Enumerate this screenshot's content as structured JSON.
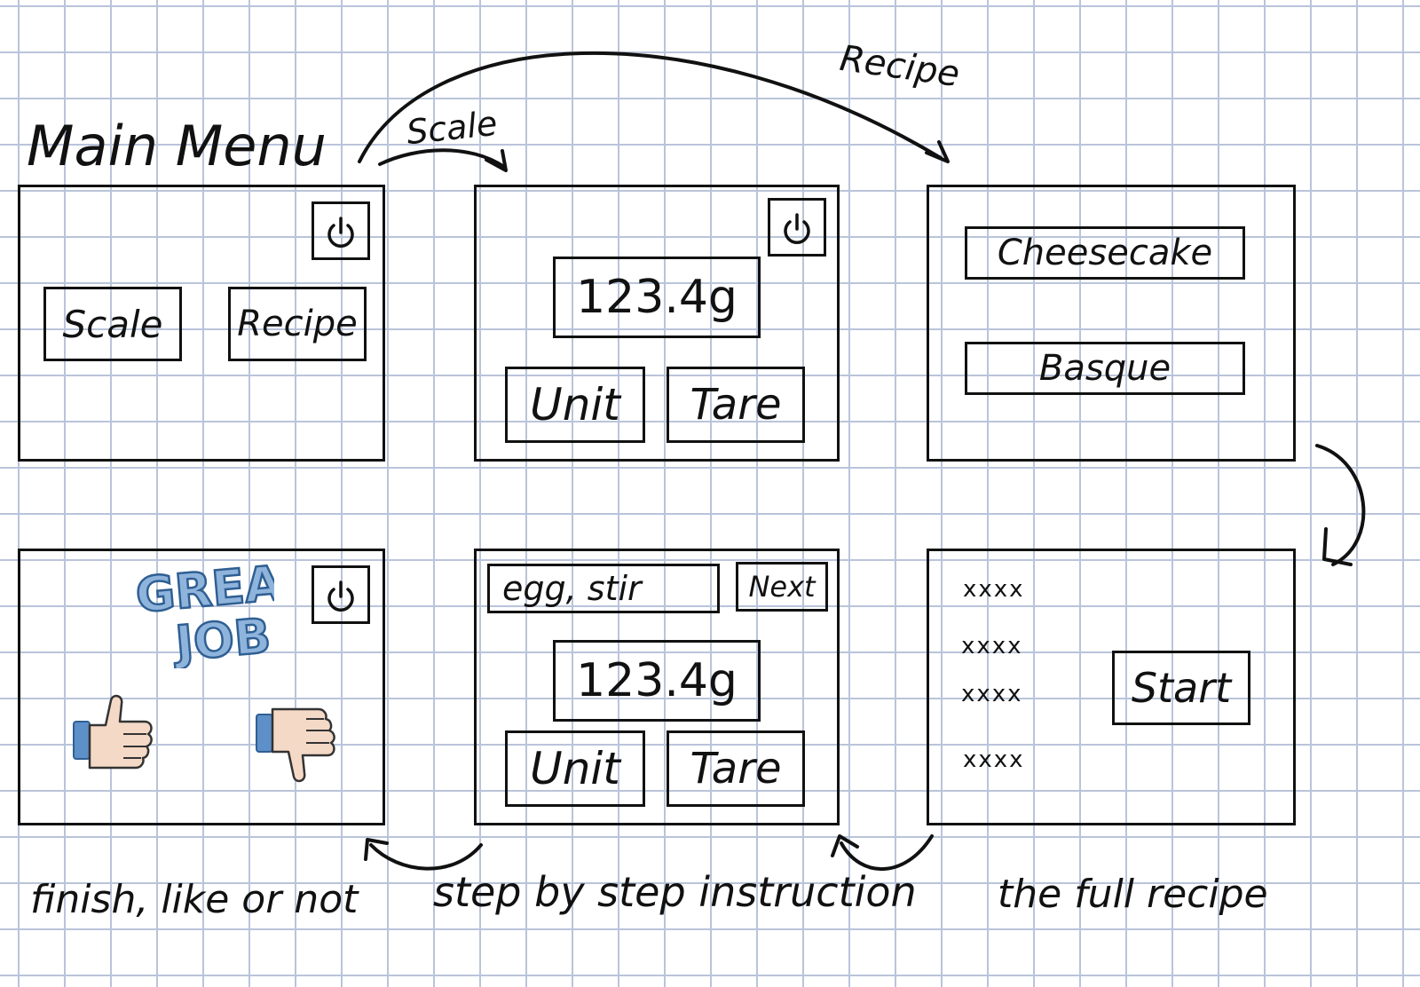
{
  "header": {
    "main_menu_label": "Main Menu",
    "arrow_scale_label": "Scale",
    "arrow_recipe_label": "Recipe"
  },
  "screens": {
    "main_menu": {
      "scale_button": "Scale",
      "recipe_button": "Recipe"
    },
    "scale": {
      "weight_display": "123.4g",
      "unit_button": "Unit",
      "tare_button": "Tare"
    },
    "recipe_list": {
      "items": [
        "Cheesecake",
        "Basque"
      ]
    },
    "full_recipe": {
      "lines": [
        "xxxx",
        "xxxx",
        "xxxx",
        "xxxx"
      ],
      "start_button": "Start"
    },
    "step": {
      "instruction": "egg, stir",
      "next_button": "Next",
      "weight_display": "123.4g",
      "unit_button": "Unit",
      "tare_button": "Tare"
    },
    "finish": {
      "badge_line1": "GREAT",
      "badge_line2": "JOB!"
    }
  },
  "captions": {
    "finish": "finish, like or not",
    "step": "step by step instruction",
    "full_recipe": "the full recipe"
  },
  "colors": {
    "ink": "#111111",
    "grid": "#b9c4da",
    "badge_fill": "#8fb4dc",
    "badge_stroke": "#2f5f93",
    "thumb_skin": "#f4d9c6",
    "thumb_cuff": "#5d8fc8"
  },
  "icons": [
    "power-icon",
    "thumbs-up-icon",
    "thumbs-down-icon",
    "arrow-icon"
  ]
}
